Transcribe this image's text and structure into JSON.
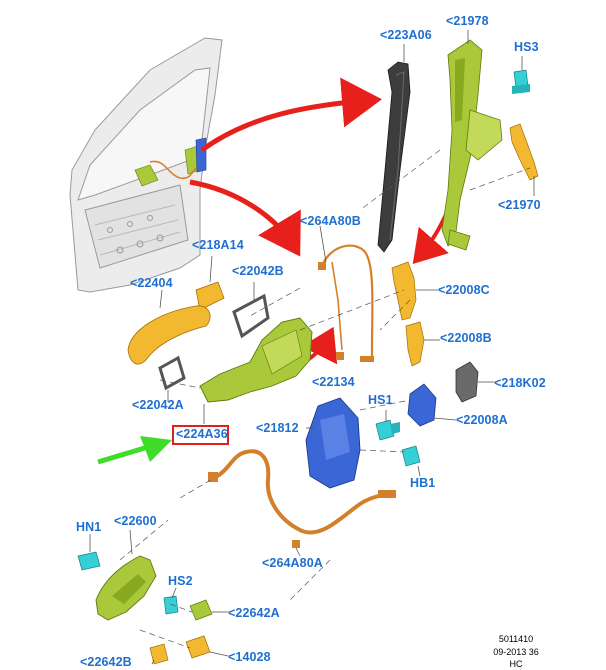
{
  "labels": {
    "223A06": "<223A06",
    "21978": "<21978",
    "HS3": "HS3",
    "21970": "<21970",
    "264A80B": "<264A80B",
    "218A14": "<218A14",
    "22042B": "<22042B",
    "22404": "<22404",
    "22008C": "<22008C",
    "22008B": "<22008B",
    "22134": "<22134",
    "218K02": "<218K02",
    "HS1": "HS1",
    "22008A": "<22008A",
    "22042A": "<22042A",
    "224A36": "<224A36",
    "21812": "<21812",
    "HB1": "HB1",
    "HN1": "HN1",
    "22600": "<22600",
    "264A80A": "<264A80A",
    "HS2": "HS2",
    "22642A": "<22642A",
    "22642B": "<22642B",
    "14028": "<14028"
  },
  "footer": {
    "number": "5011410",
    "date": "09-2013 36",
    "code": "HC"
  },
  "colors": {
    "label_text": "#1f6fd1",
    "highlight_box": "#e0201a",
    "red_arrow": "#e8201c",
    "green_arrow": "#3fdc2a",
    "part_green": "#a9c93a",
    "part_yellow": "#f2b830",
    "part_orange": "#d4802a",
    "part_blue": "#3b66d6",
    "part_cyan": "#35cfd6",
    "part_gray": "#6a6a6a"
  },
  "icons": [
    "red-arrow-icon",
    "green-arrow-icon"
  ]
}
